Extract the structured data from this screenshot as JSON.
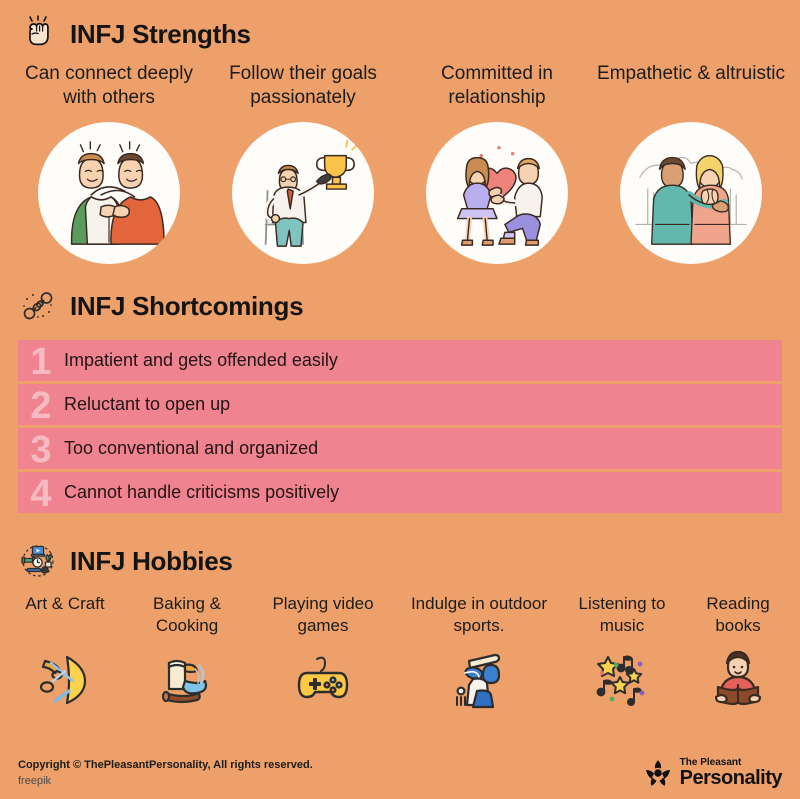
{
  "theme": {
    "background": "#eda06a",
    "circle_bg": "#fffdfa",
    "row_pink": "#ef8490",
    "text_dark": "#1a1a1a"
  },
  "strengths": {
    "heading": "INFJ Strengths",
    "icon": "raised-fist-icon",
    "items": [
      {
        "label": "Can connect deeply with others",
        "illustration": "two-friends-hugging-illustration"
      },
      {
        "label": "Follow their goals passionately",
        "illustration": "man-on-ladder-reaching-trophy-illustration"
      },
      {
        "label": "Committed in relationship",
        "illustration": "couple-holding-heart-illustration"
      },
      {
        "label": "Empathetic & altruistic",
        "illustration": "couple-comforting-outdoors-illustration"
      }
    ]
  },
  "shortcomings": {
    "heading": "INFJ Shortcomings",
    "icon": "broken-chain-icon",
    "items": [
      {
        "number": "1",
        "text": "Impatient and gets offended easily"
      },
      {
        "number": "2",
        "text": "Reluctant to open up"
      },
      {
        "number": "3",
        "text": "Too conventional and organized"
      },
      {
        "number": "4",
        "text": "Cannot handle criticisms positively"
      }
    ]
  },
  "hobbies": {
    "heading": "INFJ Hobbies",
    "icon": "hobby-cluster-icon",
    "items": [
      {
        "label": "Art & Craft",
        "icon": "scissors-paper-icon"
      },
      {
        "label": "Baking & Cooking",
        "icon": "flour-bowl-whisk-icon"
      },
      {
        "label": "Playing video games",
        "icon": "gamepad-icon"
      },
      {
        "label": "Indulge in outdoor sports.",
        "icon": "cricket-batsman-icon"
      },
      {
        "label": "Listening to music",
        "icon": "music-notes-stars-icon"
      },
      {
        "label": "Reading books",
        "icon": "person-reading-book-icon"
      }
    ]
  },
  "footer": {
    "copyright": "Copyright © ThePleasantPersonality, All rights reserved.",
    "attribution": "freepik",
    "logo_top": "The Pleasant",
    "logo_bottom": "Personality",
    "logo_icon": "pinwheel-logo-icon"
  }
}
